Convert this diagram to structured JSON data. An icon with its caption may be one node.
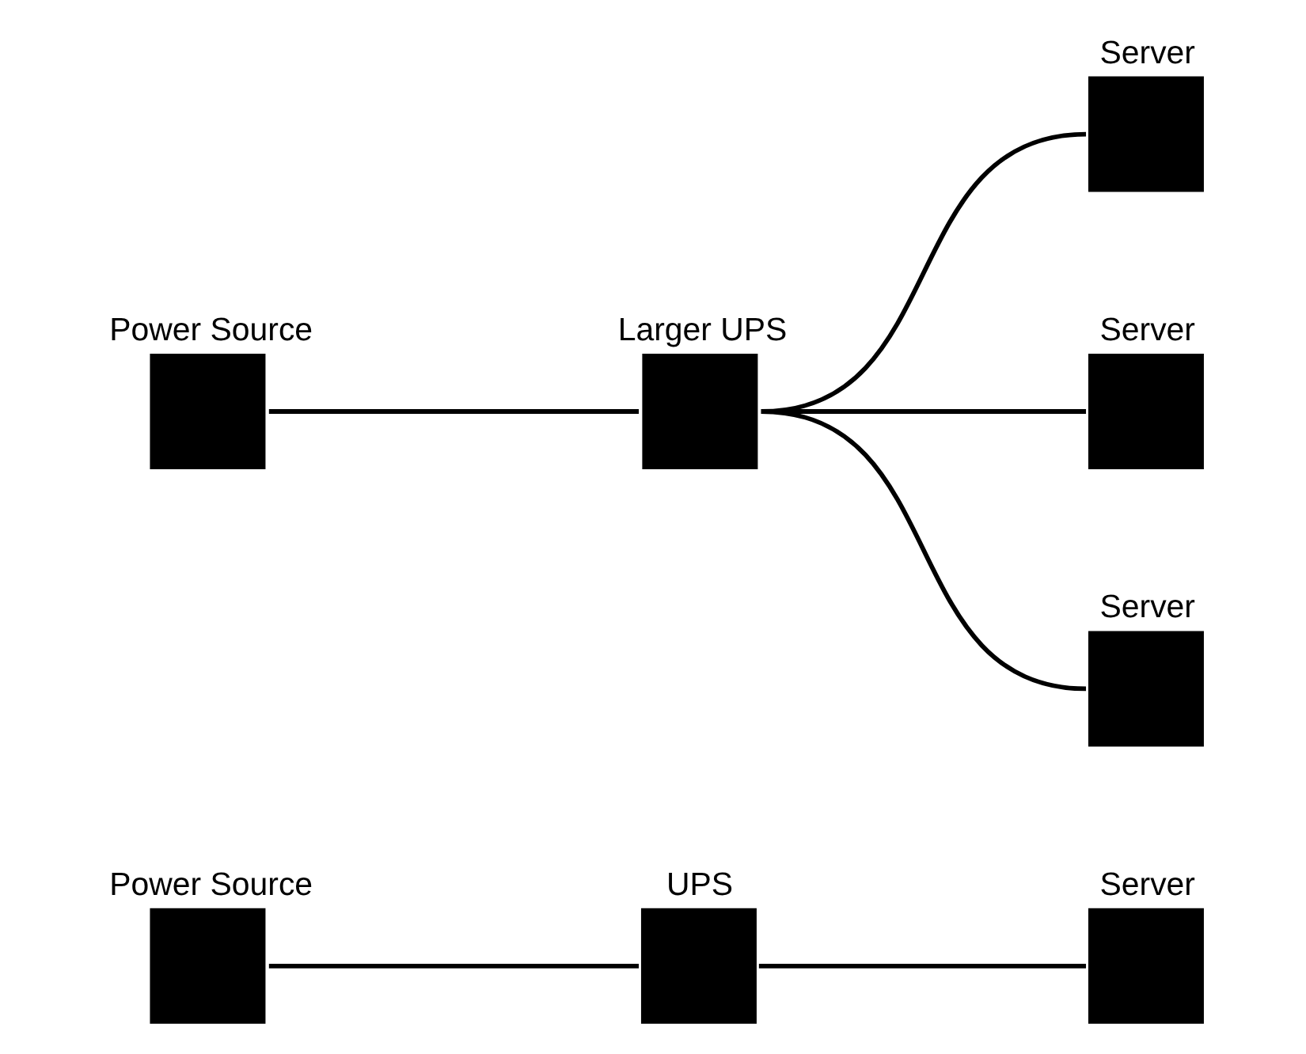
{
  "diagram": {
    "nodes": [
      {
        "text": [
          "Power Source"
        ]
      },
      {
        "text": [
          "UPS"
        ]
      },
      {
        "text": [
          "Server"
        ]
      },
      {
        "text": [
          "Power Source"
        ]
      },
      {
        "text": [
          "Larger UPS"
        ]
      },
      {
        "text": [
          "Server"
        ]
      },
      {
        "text": [
          "Server"
        ]
      },
      {
        "text": [
          "Server"
        ]
      }
    ],
    "edges": [
      {
        "from": 0,
        "to": 1,
        "arrow": "none"
      },
      {
        "from": 1,
        "to": 2,
        "arrow": "none"
      },
      {
        "from": 3,
        "to": 4,
        "arrow": "none"
      },
      {
        "from": 4,
        "to": 5,
        "arrow": "none"
      },
      {
        "from": 4,
        "to": 6,
        "arrow": "none"
      },
      {
        "from": 4,
        "to": 7,
        "arrow": "none"
      }
    ]
  }
}
